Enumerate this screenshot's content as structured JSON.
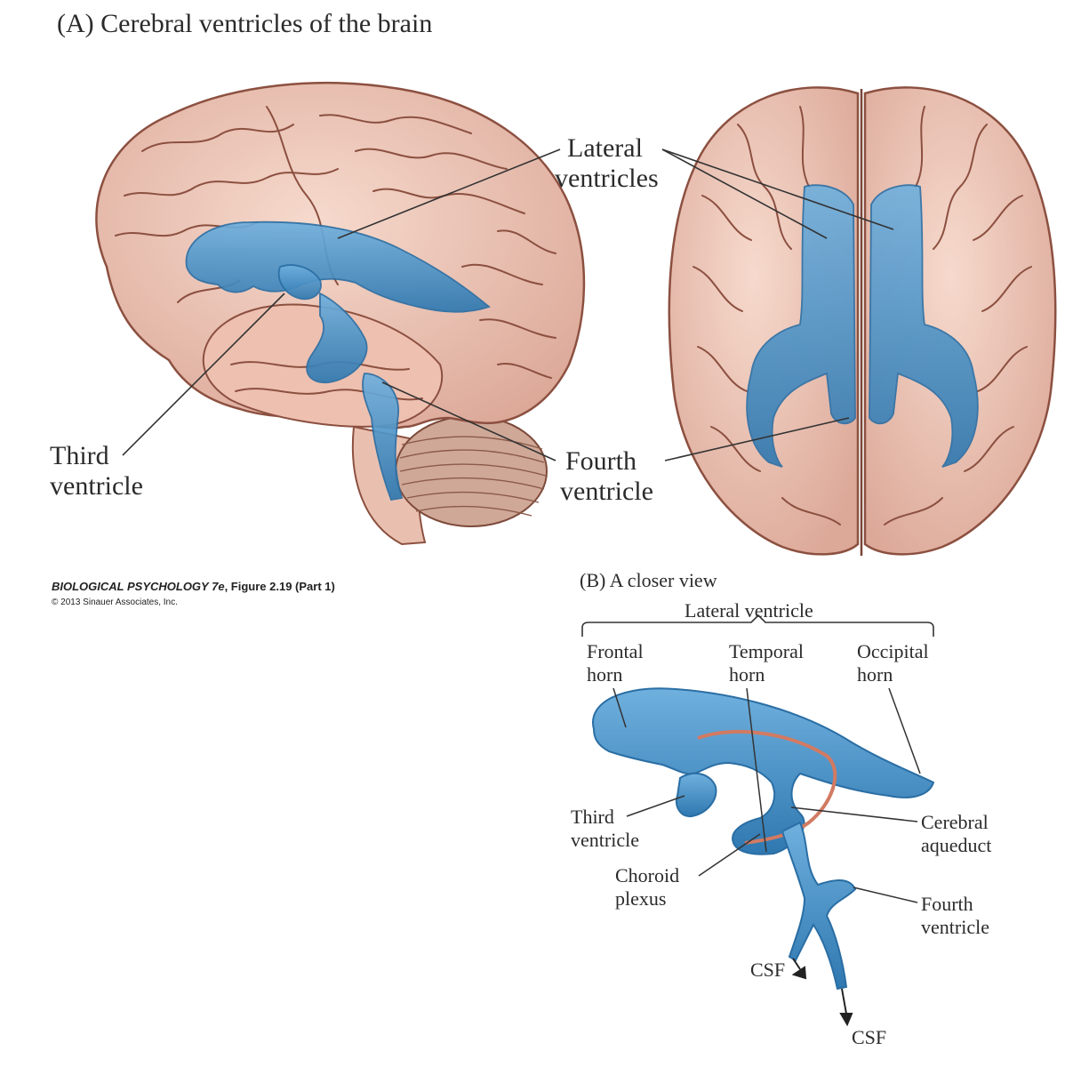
{
  "panel_a": {
    "title": "(A)  Cerebral ventricles of the brain",
    "labels": {
      "lateral_line1": "Lateral",
      "lateral_line2": "ventricles",
      "third_line1": "Third",
      "third_line2": "ventricle",
      "fourth_line1": "Fourth",
      "fourth_line2": "ventricle"
    }
  },
  "credit": {
    "book": "BIOLOGICAL PSYCHOLOGY 7e",
    "figure": ", Figure 2.19 (Part 1)",
    "copyright": "© 2013 Sinauer Associates, Inc."
  },
  "panel_b": {
    "title": "(B)  A closer view",
    "bracket_label": "Lateral ventricle",
    "labels": {
      "frontal_line1": "Frontal",
      "frontal_line2": "horn",
      "temporal_line1": "Temporal",
      "temporal_line2": "horn",
      "occipital_line1": "Occipital",
      "occipital_line2": "horn",
      "third_line1": "Third",
      "third_line2": "ventricle",
      "cerebral_line1": "Cerebral",
      "cerebral_line2": "aqueduct",
      "choroid_line1": "Choroid",
      "choroid_line2": "plexus",
      "fourth_line1": "Fourth",
      "fourth_line2": "ventricle",
      "csf_1": "CSF",
      "csf_2": "CSF"
    }
  },
  "colors": {
    "brain": "#eec5b5",
    "brain_fold": "#8c5040",
    "ventricle": "#4a90c2",
    "ventricle_dark": "#2a6ea4",
    "cerebellum": "#cfa898",
    "choroid": "#d27a62"
  }
}
